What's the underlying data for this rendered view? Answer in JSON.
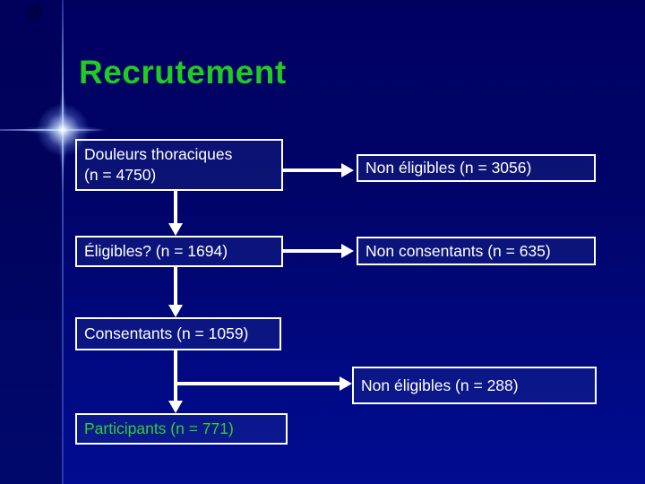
{
  "slide": {
    "title": "Recrutement"
  },
  "flowchart": {
    "nodes_left": [
      {
        "id": "douleurs-thoraciques",
        "line1": "Douleurs thoraciques",
        "line2": "(n = 4750)"
      },
      {
        "id": "eligibles",
        "label": "Éligibles? (n = 1694)"
      },
      {
        "id": "consentants",
        "label": "Consentants (n = 1059)"
      },
      {
        "id": "participants",
        "label": "Participants (n = 771)"
      }
    ],
    "nodes_right": [
      {
        "id": "non-eligibles-1",
        "label": "Non éligibles (n = 3056)"
      },
      {
        "id": "non-consentants",
        "label": "Non consentants (n = 635)"
      },
      {
        "id": "non-eligibles-2",
        "label": "Non éligibles (n = 288)"
      }
    ],
    "edges": [
      "douleurs-thoraciques -> eligibles",
      "douleurs-thoraciques -> non-eligibles-1",
      "eligibles -> consentants",
      "eligibles -> non-consentants",
      "consentants -> participants",
      "consentants -> non-eligibles-2"
    ]
  },
  "colors": {
    "bg_top": "#000061",
    "bg_bottom": "#000D92",
    "title_green": "#22CB22",
    "participants_green": "#2FCF2F",
    "box_border": "#FFFFFF",
    "box_text": "#FFFFFF",
    "arrow": "#FFFFFF",
    "box_fill": "rgba(35,55,150,0.30)"
  }
}
